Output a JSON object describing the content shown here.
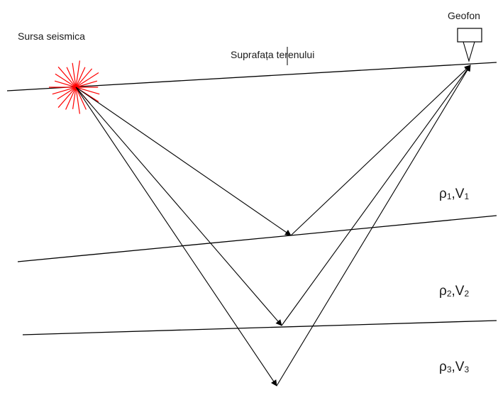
{
  "labels": {
    "source": "Sursa seismica",
    "surface": "Suprafața terenului",
    "geophone": "Geofon"
  },
  "layers": [
    {
      "rho": "ρ",
      "rho_sub": "1",
      "sep": ",",
      "v": "V",
      "v_sub": "1"
    },
    {
      "rho": "ρ",
      "rho_sub": "2",
      "sep": ",",
      "v": "V",
      "v_sub": "2"
    },
    {
      "rho": "ρ",
      "rho_sub": "3",
      "sep": ",",
      "v": "V",
      "v_sub": "3"
    }
  ],
  "colors": {
    "line": "#000000",
    "source_burst": "#ff0000",
    "text": "#1a1a1a"
  }
}
